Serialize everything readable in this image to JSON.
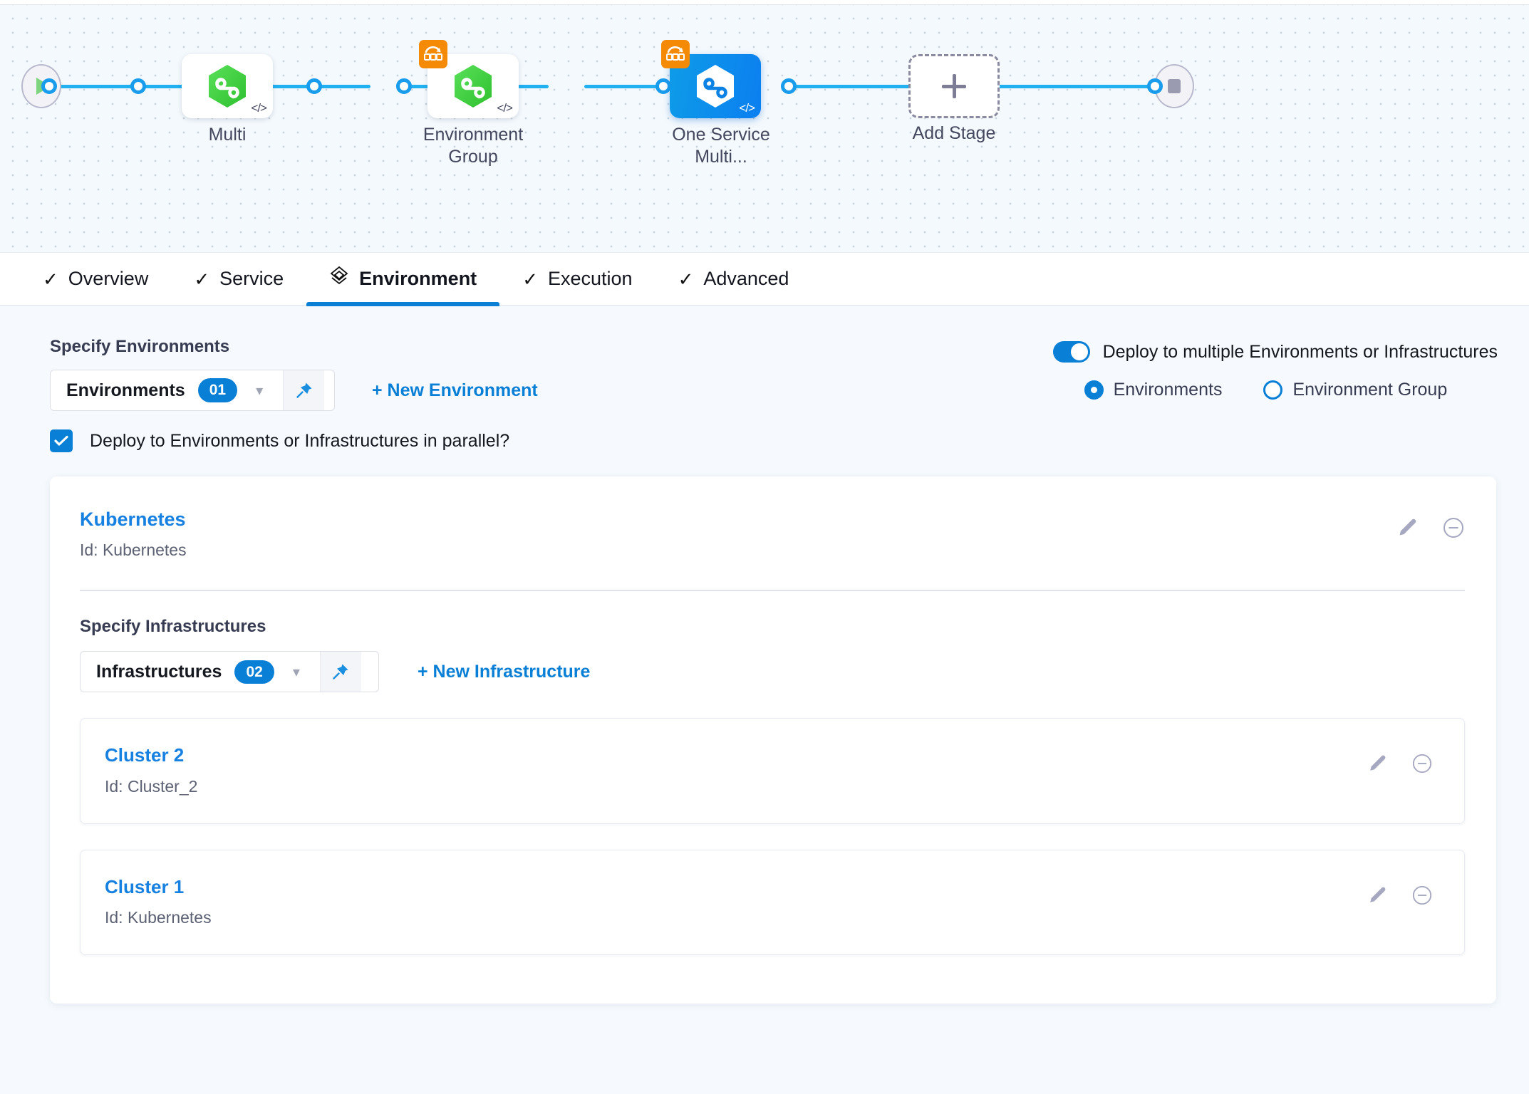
{
  "pipeline": {
    "start_icon": "play-icon",
    "end_icon": "stop-icon",
    "nodes": [
      {
        "label": "Multi",
        "icon": "harness-hexagon-icon",
        "selected": false,
        "badge": "aws-lambda-icon",
        "has_badge": false,
        "code_glyph": "</>"
      },
      {
        "label": "Environment Group",
        "icon": "harness-hexagon-icon",
        "selected": false,
        "badge": "aws-lambda-icon",
        "has_badge": true,
        "code_glyph": "</>"
      },
      {
        "label": "One Service Multi...",
        "icon": "harness-hexagon-icon",
        "selected": true,
        "badge": "aws-lambda-icon",
        "has_badge": true,
        "code_glyph": "</>"
      }
    ],
    "add_stage": {
      "label": "Add Stage",
      "icon": "plus-icon"
    },
    "colors": {
      "rail": "#21b0f0",
      "selected_node": "#0b8ae8",
      "badge": "#f48a06",
      "hexagon": "#3fd242"
    }
  },
  "tabs": [
    {
      "label": "Overview",
      "icon": "check-icon",
      "active": false
    },
    {
      "label": "Service",
      "icon": "check-icon",
      "active": false
    },
    {
      "label": "Environment",
      "icon": "layers-icon",
      "active": true
    },
    {
      "label": "Execution",
      "icon": "check-icon",
      "active": false
    },
    {
      "label": "Advanced",
      "icon": "check-icon",
      "active": false
    }
  ],
  "environments_section": {
    "label": "Specify Environments",
    "select": {
      "text": "Environments",
      "count": "01",
      "chevron": "chevron-down-icon",
      "pin": "pin-icon"
    },
    "new_link": "+ New Environment"
  },
  "multi_deploy": {
    "toggle_label": "Deploy to multiple Environments or Infrastructures",
    "toggle_on": true,
    "radios": [
      {
        "label": "Environments",
        "selected": true
      },
      {
        "label": "Environment Group",
        "selected": false
      }
    ]
  },
  "parallel": {
    "label": "Deploy to Environments or Infrastructures in parallel?",
    "checked": true
  },
  "environment_card": {
    "name": "Kubernetes",
    "id": "Id: Kubernetes",
    "edit_icon": "pencil-icon",
    "remove_icon": "minus-circle-icon"
  },
  "infrastructures_section": {
    "label": "Specify Infrastructures",
    "select": {
      "text": "Infrastructures",
      "count": "02",
      "chevron": "chevron-down-icon",
      "pin": "pin-icon"
    },
    "new_link": "+ New Infrastructure",
    "items": [
      {
        "name": "Cluster 2",
        "id": "Id: Cluster_2",
        "edit_icon": "pencil-icon",
        "remove_icon": "minus-circle-icon"
      },
      {
        "name": "Cluster 1",
        "id": "Id: Kubernetes",
        "edit_icon": "pencil-icon",
        "remove_icon": "minus-circle-icon"
      }
    ]
  },
  "colors": {
    "accent": "#0a7fd6",
    "link": "#1681e0",
    "canvas_bg": "#f4f9fd",
    "page_bg": "#f6fafe"
  }
}
